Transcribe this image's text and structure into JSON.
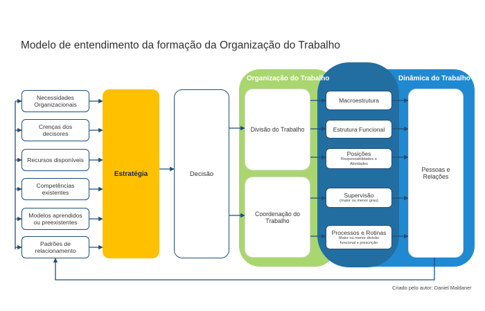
{
  "title": "Modelo de entendimento da formação da Organização do Trabalho",
  "colors": {
    "navy": "#1f4e79",
    "strategy_fill": "#ffc000",
    "green_panel": "#a9d66f",
    "blue_panel": "#1f8ad1",
    "teal_panel": "#236ea1"
  },
  "left_inputs": [
    {
      "line1": "Necessidades",
      "line2": "Organizacionais"
    },
    {
      "line1": "Crenças dos",
      "line2": "decisores"
    },
    {
      "line1": "Recursos disponíveis",
      "line2": ""
    },
    {
      "line1": "Competências",
      "line2": "existentes"
    },
    {
      "line1": "Modelos aprendidos",
      "line2": "ou preexistentes"
    },
    {
      "line1": "Padrões de",
      "line2": "relacionamento"
    }
  ],
  "strategy": "Estratégia",
  "decision": "Decisão",
  "org_panel": {
    "label": "Organização do Trabalho",
    "division": {
      "line1": "Divisão do Trabalho"
    },
    "coordination": {
      "line1": "Coordenação do",
      "line2": "Trabalho"
    }
  },
  "dyn_panel": {
    "label": "Dinâmica do Trabalho",
    "people": {
      "line1": "Pessoas e",
      "line2": "Relações"
    }
  },
  "components": [
    {
      "title": "Macroestrutura",
      "sub1": "",
      "sub2": "",
      "sub3": ""
    },
    {
      "title": "Estrutura Funcional",
      "sub1": "",
      "sub2": "",
      "sub3": ""
    },
    {
      "title": "Posições",
      "sub1": "Responsabilidades e",
      "sub2": "Atividades",
      "sub3": ""
    },
    {
      "title": "Supervisão",
      "sub1": "(maior ou menor grau)",
      "sub2": "",
      "sub3": ""
    },
    {
      "title": "Processos e Rotinas",
      "sub1": "Maior ou menor divisão",
      "sub2": "funcional e prescrição",
      "sub3": ""
    }
  ],
  "credit": "Criado pelo autor: Daniel Maldaner"
}
